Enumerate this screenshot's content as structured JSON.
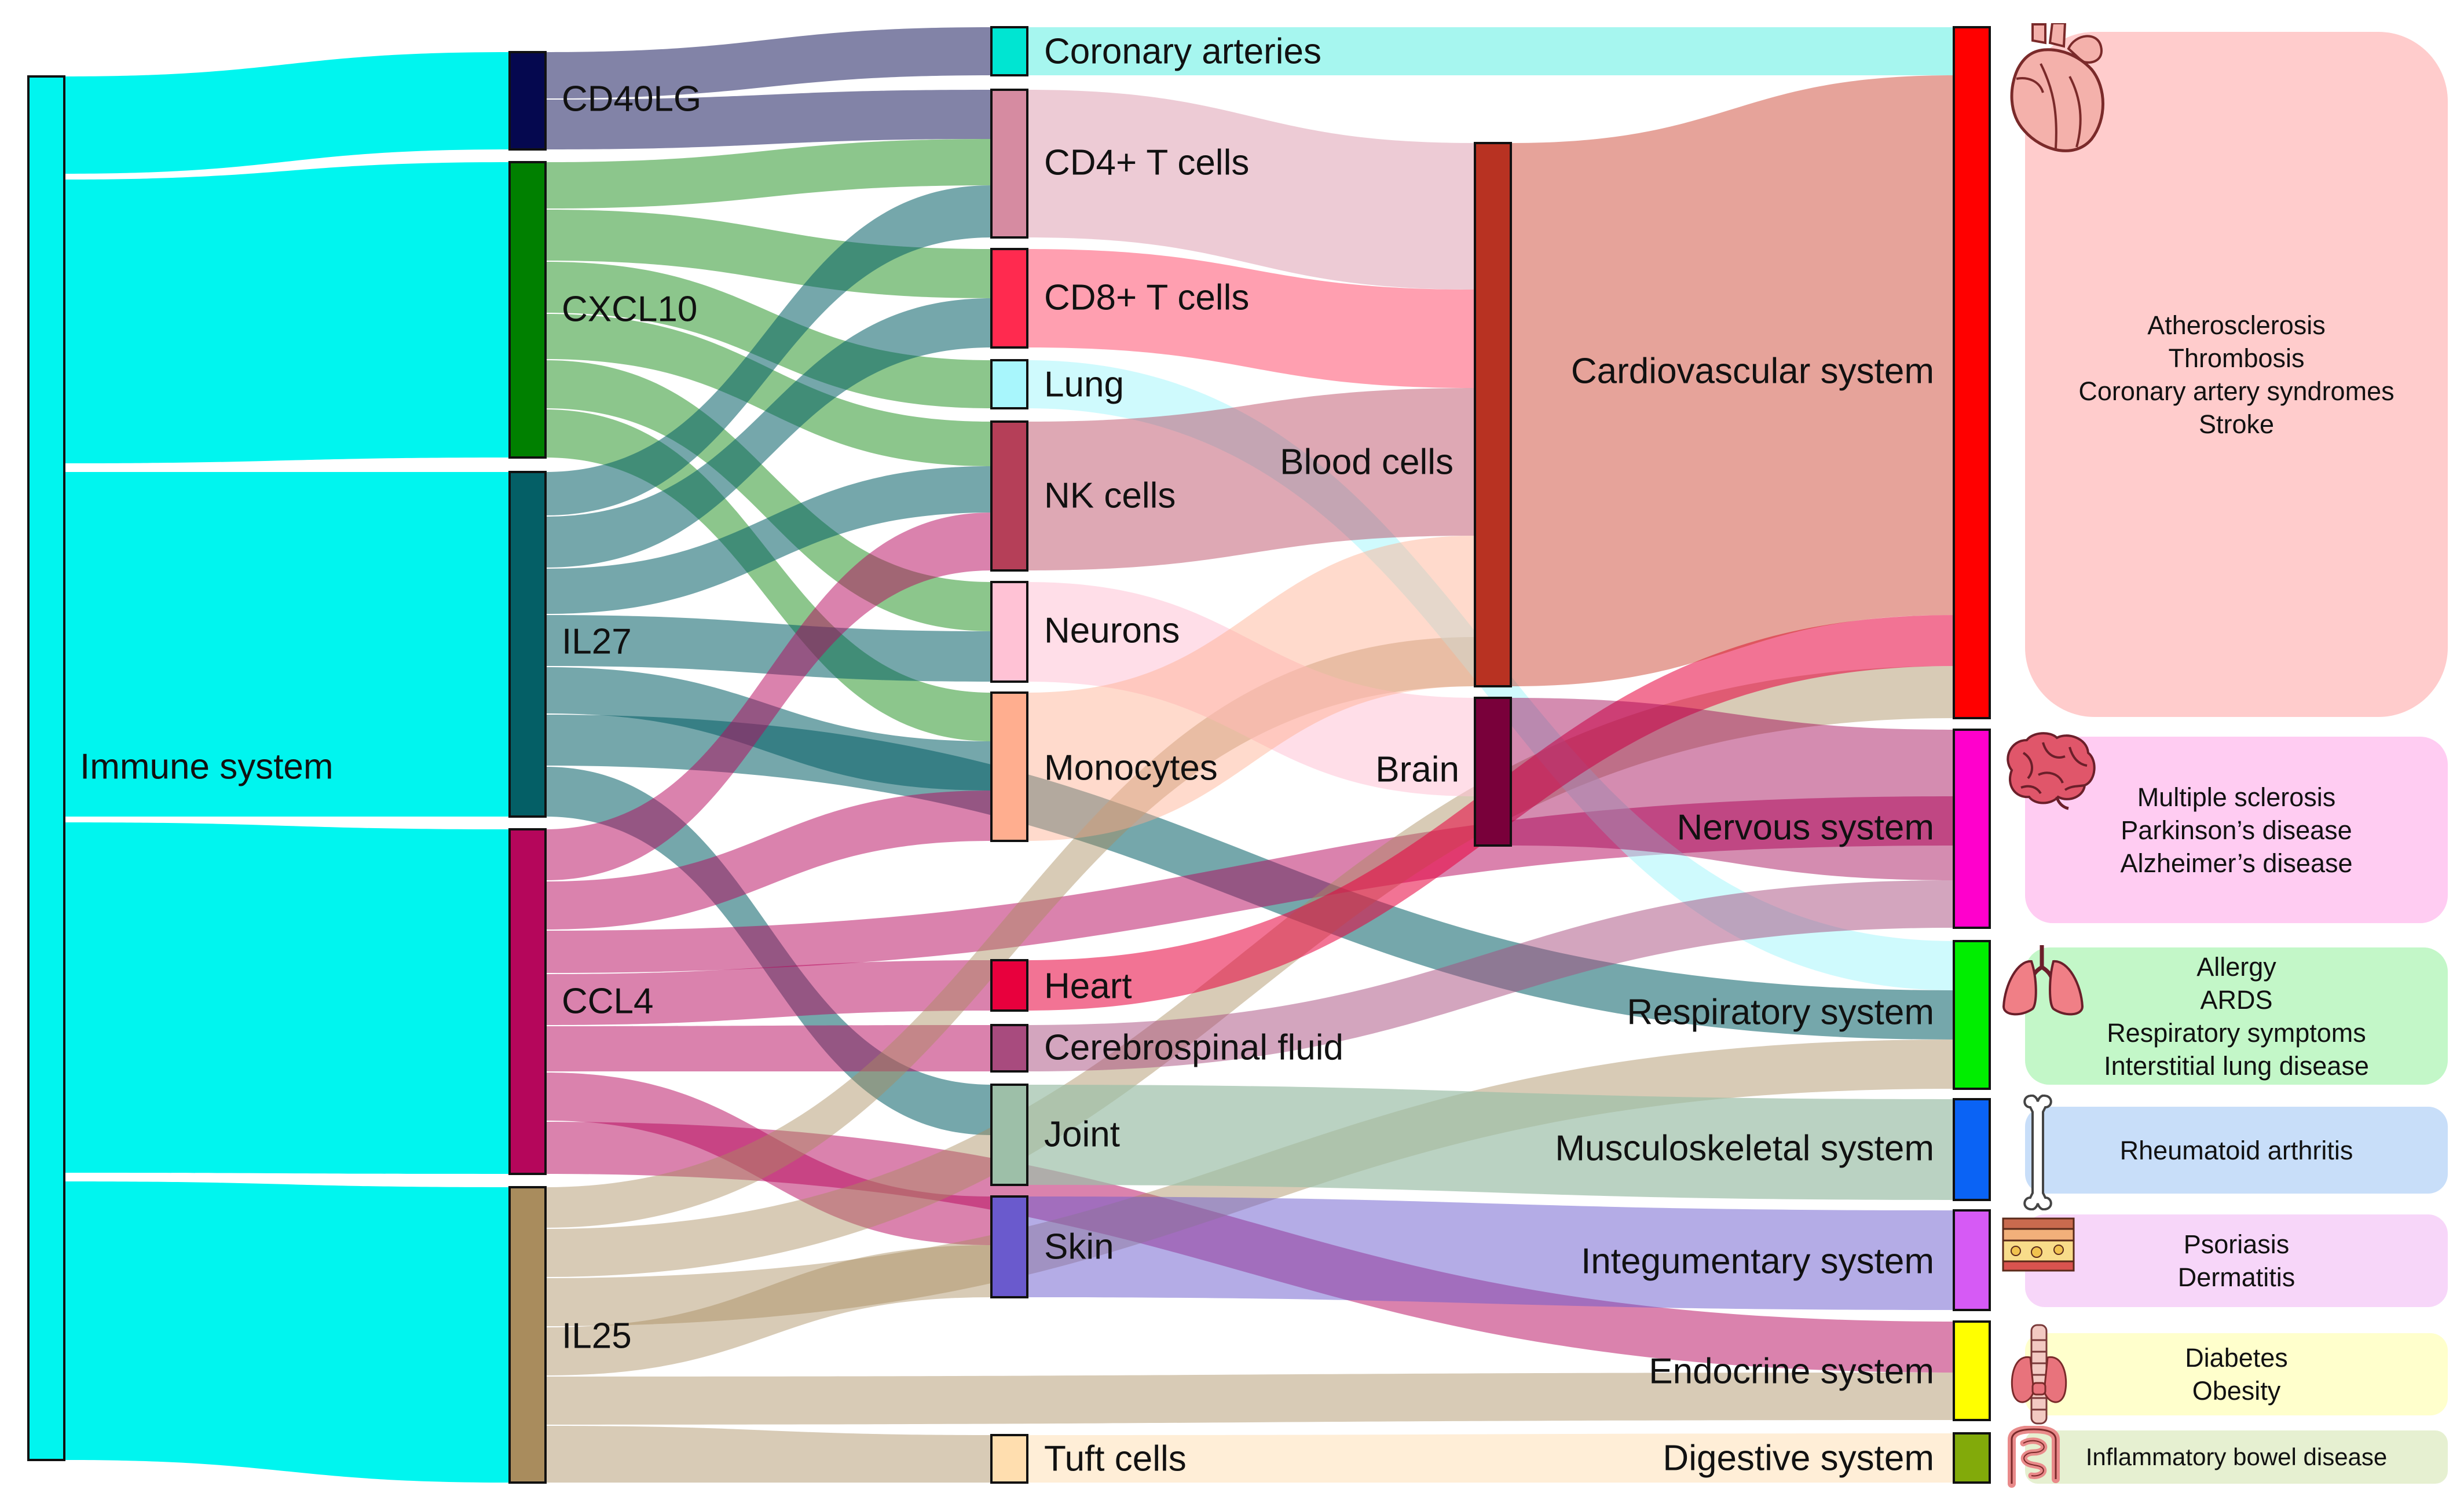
{
  "nodes": {
    "immune_system": {
      "label": "Immune system",
      "color": "#00F5EF"
    },
    "cd40lg": {
      "label": "CD40LG",
      "color": "#05084F"
    },
    "cxcl10": {
      "label": "CXCL10",
      "color": "#008000"
    },
    "il27": {
      "label": "IL27",
      "color": "#045F66"
    },
    "ccl4": {
      "label": "CCL4",
      "color": "#B5065B"
    },
    "il25": {
      "label": "IL25",
      "color": "#A98C5D"
    },
    "coronary_arteries": {
      "label": "Coronary arteries",
      "color": "#00E5D2"
    },
    "cd4_t_cells": {
      "label": "CD4+ T cells",
      "color": "#D68BA1"
    },
    "cd8_t_cells": {
      "label": "CD8+ T cells",
      "color": "#FF2A4F"
    },
    "lung": {
      "label": "Lung",
      "color": "#A8F6FC"
    },
    "nk_cells": {
      "label": "NK cells",
      "color": "#B53F58"
    },
    "neurons": {
      "label": "Neurons",
      "color": "#FFC2D5"
    },
    "monocytes": {
      "label": "Monocytes",
      "color": "#FFAE8F"
    },
    "heart": {
      "label": "Heart",
      "color": "#E8003D"
    },
    "cerebrospinal_fluid": {
      "label": "Cerebrospinal fluid",
      "color": "#A84B7E"
    },
    "joint": {
      "label": "Joint",
      "color": "#9DBFA8"
    },
    "skin": {
      "label": "Skin",
      "color": "#6A5ACD"
    },
    "tuft_cells": {
      "label": "Tuft cells",
      "color": "#FFDEAF"
    },
    "blood_cells": {
      "label": "Blood cells",
      "color": "#B83222"
    },
    "brain": {
      "label": "Brain",
      "color": "#79003A"
    },
    "cardiovascular_system": {
      "label": "Cardiovascular system",
      "color": "#FF0000"
    },
    "nervous_system": {
      "label": "Nervous system",
      "color": "#FF00CC"
    },
    "respiratory_system": {
      "label": "Respiratory system",
      "color": "#00EE00"
    },
    "musculoskeletal_system": {
      "label": "Musculoskeletal system",
      "color": "#0A63F5"
    },
    "integumentary_system": {
      "label": "Integumentary system",
      "color": "#D65AF5"
    },
    "endocrine_system": {
      "label": "Endocrine system",
      "color": "#FFFF00"
    },
    "digestive_system": {
      "label": "Digestive system",
      "color": "#82AA0A"
    }
  },
  "disease_boxes": {
    "cardiovascular": {
      "lines": [
        "Atherosclerosis",
        "Thrombosis",
        "Coronary artery syndromes",
        "Stroke"
      ],
      "color": "#FFCCCC",
      "icon": "heart-icon"
    },
    "nervous": {
      "lines": [
        "Multiple sclerosis",
        "Parkinson’s disease",
        "Alzheimer’s disease"
      ],
      "color": "#FFCCF2",
      "icon": "brain-icon"
    },
    "respiratory": {
      "lines": [
        "Allergy",
        "ARDS",
        "Respiratory symptoms",
        "Interstitial lung disease"
      ],
      "color": "#C3F7C8",
      "icon": "lungs-icon"
    },
    "musculoskeletal": {
      "lines": [
        "Rheumatoid arthritis"
      ],
      "color": "#C8DEF9",
      "icon": "bone-icon"
    },
    "integumentary": {
      "lines": [
        "Psoriasis",
        "Dermatitis"
      ],
      "color": "#F7D6F9",
      "icon": "skin-layers-icon"
    },
    "endocrine": {
      "lines": [
        "Diabetes",
        "Obesity"
      ],
      "color": "#FFFFCC",
      "icon": "thyroid-icon"
    },
    "digestive": {
      "lines": [
        "Inflammatory bowel disease"
      ],
      "color": "#E6F0D1",
      "icon": "intestine-icon"
    }
  }
}
